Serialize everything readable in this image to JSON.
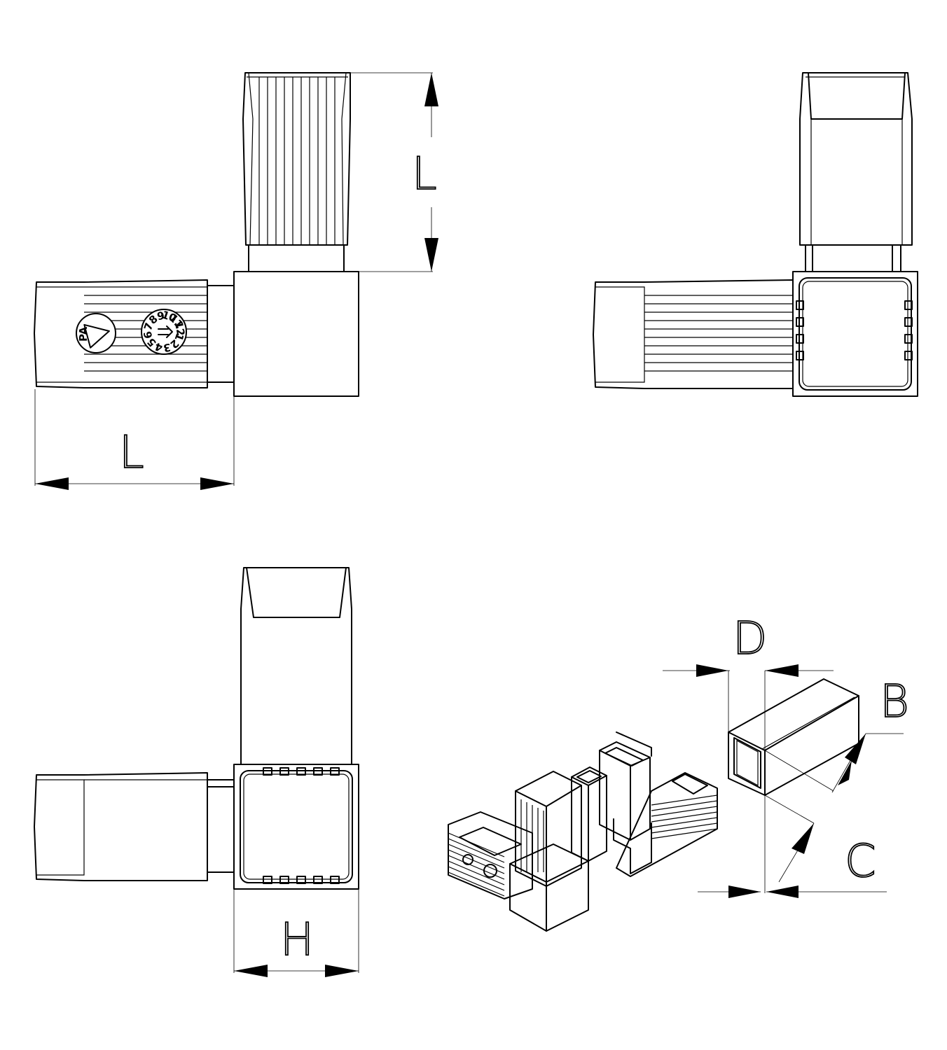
{
  "dimensions": {
    "L_vertical": "L",
    "L_horizontal": "L",
    "H": "H",
    "D": "D",
    "B": "B",
    "C": "C"
  },
  "markings": {
    "material": "PA",
    "date_wheel": "1 2 3 4 5 6 7 8 9 10 11 12"
  }
}
